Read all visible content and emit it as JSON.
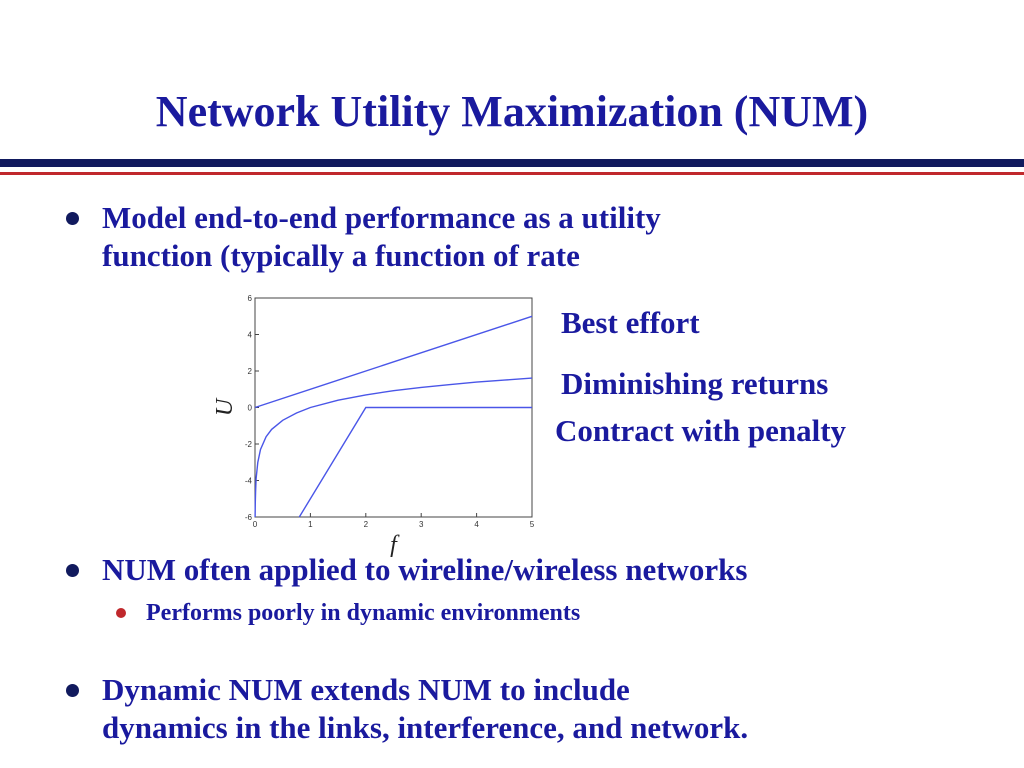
{
  "slide": {
    "title": "Network Utility Maximization (NUM)"
  },
  "bullets": [
    {
      "text_line1": "Model end-to-end performance as a utility",
      "text_line2": "function (typically a function of rate"
    },
    {
      "text": "NUM often applied to wireline/wireless networks"
    },
    {
      "text_line1": "Dynamic NUM extends NUM to include",
      "text_line2": "dynamics in the links, interference, and network."
    }
  ],
  "sub_bullets": [
    {
      "text": "Performs poorly in dynamic environments"
    }
  ],
  "curve_labels": {
    "best_effort": "Best effort",
    "diminishing": "Diminishing returns",
    "contract": "Contract with penalty"
  },
  "chart_data": {
    "type": "line",
    "xlabel": "f",
    "ylabel": "U",
    "xlim": [
      0,
      5
    ],
    "ylim": [
      -6,
      6
    ],
    "xticks": [
      0,
      1,
      2,
      3,
      4,
      5
    ],
    "yticks": [
      -6,
      -4,
      -2,
      0,
      2,
      4,
      6
    ],
    "grid": false,
    "series": [
      {
        "name": "Best effort",
        "x": [
          0,
          5
        ],
        "y": [
          0,
          5
        ]
      },
      {
        "name": "Diminishing returns",
        "x": [
          0.001,
          0.005,
          0.01,
          0.02,
          0.05,
          0.1,
          0.2,
          0.3,
          0.5,
          0.75,
          1,
          1.5,
          2,
          2.5,
          3,
          3.5,
          4,
          4.5,
          5
        ],
        "y": [
          -6,
          -5.2,
          -4.6,
          -3.9,
          -3.0,
          -2.3,
          -1.6,
          -1.2,
          -0.7,
          -0.3,
          0,
          0.4,
          0.69,
          0.92,
          1.1,
          1.25,
          1.39,
          1.5,
          1.61
        ]
      },
      {
        "name": "Contract with penalty",
        "x": [
          0.8,
          2,
          5
        ],
        "y": [
          -6,
          0,
          0
        ]
      }
    ],
    "color": "#4a56e8"
  }
}
